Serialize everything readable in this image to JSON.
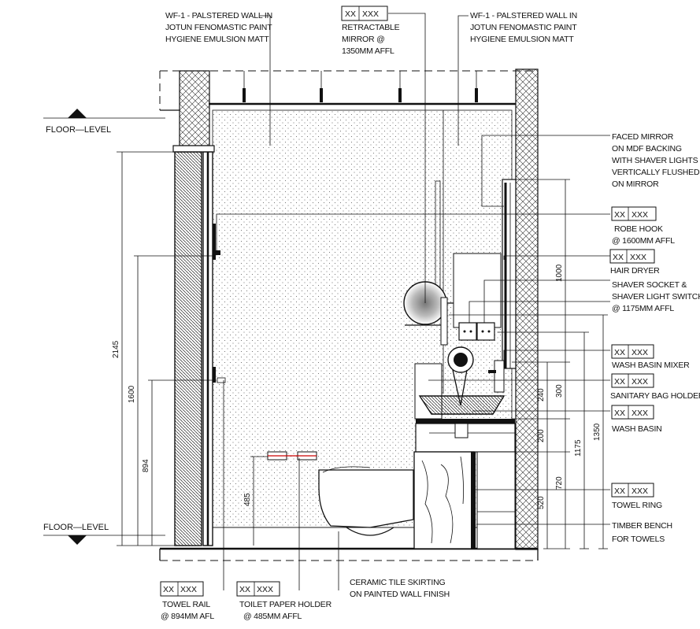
{
  "tag_code": {
    "a": "XX",
    "b": "XXX"
  },
  "floor_level_label": "FLOOR—LEVEL",
  "callouts": {
    "wall_finish_left": [
      "WF-1 - PALSTERED WALL IN",
      "JOTUN FENOMASTIC PAINT",
      "HYGIENE EMULSION MATT"
    ],
    "wall_finish_right": [
      "WF-1 - PALSTERED WALL IN",
      "JOTUN FENOMASTIC PAINT",
      "HYGIENE EMULSION MATT"
    ],
    "retractable_mirror": [
      "RETRACTABLE",
      "MIRROR @",
      "1350MM AFFL"
    ],
    "faced_mirror": [
      "FACED MIRROR",
      "ON MDF BACKING",
      "WITH SHAVER LIGHTS",
      "VERTICALLY FLUSHED",
      "ON MIRROR"
    ],
    "robe_hook": [
      "ROBE HOOK",
      "@ 1600MM AFFL"
    ],
    "hair_dryer": [
      "HAIR DRYER"
    ],
    "shaver_socket": [
      "SHAVER SOCKET &",
      "SHAVER LIGHT SWITCH",
      "@ 1175MM AFFL"
    ],
    "wash_basin_mixer": [
      "WASH BASIN MIXER"
    ],
    "sanitary_bag_holder": [
      "SANITARY BAG HOLDER"
    ],
    "wash_basin": [
      "WASH BASIN"
    ],
    "towel_ring": [
      "TOWEL RING"
    ],
    "timber_bench": [
      "TIMBER BENCH",
      "FOR TOWELS"
    ],
    "ceramic_skirting": [
      "CERAMIC TILE SKIRTING",
      "ON PAINTED WALL FINISH"
    ],
    "towel_rail": [
      "TOWEL RAIL",
      "@ 894MM AFL"
    ],
    "toilet_paper_holder": [
      "TOILET PAPER HOLDER",
      "@ 485MM AFFL"
    ]
  },
  "dimensions": {
    "left_total": "2145",
    "left_robe": "1600",
    "left_rail": "894",
    "left_paper": "485",
    "right_1000": "1000",
    "right_300": "300",
    "right_240": "240",
    "right_200": "200",
    "right_720": "720",
    "right_520": "520",
    "right_1175": "1175",
    "right_1350": "1350"
  }
}
